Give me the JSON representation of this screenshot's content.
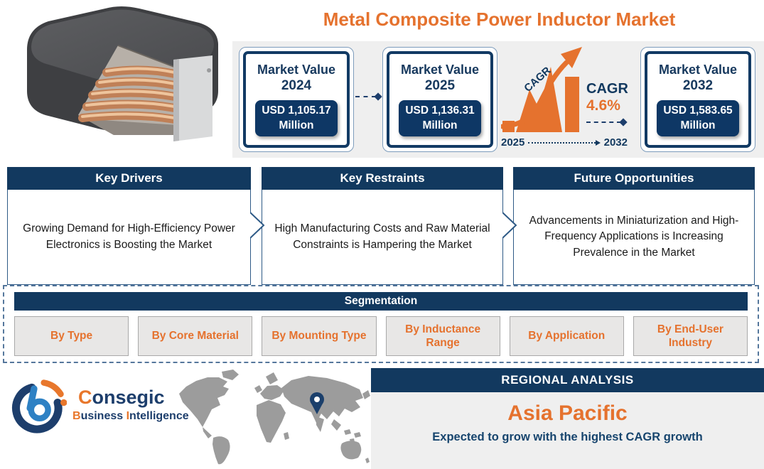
{
  "title": "Metal Composite Power Inductor Market",
  "market_values": [
    {
      "label": "Market Value",
      "year": "2024",
      "value": "USD 1,105.17",
      "unit": "Million"
    },
    {
      "label": "Market Value",
      "year": "2025",
      "value": "USD 1,136.31",
      "unit": "Million"
    },
    {
      "label": "Market Value",
      "year": "2032",
      "value": "USD 1,583.65",
      "unit": "Million"
    }
  ],
  "cagr": {
    "chart_label": "CAGR",
    "label": "CAGR",
    "value": "4.6%",
    "start_year": "2025",
    "end_year": "2032"
  },
  "insights": [
    {
      "title": "Key Drivers",
      "text": "Growing Demand for High-Efficiency Power Electronics is Boosting the Market"
    },
    {
      "title": "Key Restraints",
      "text": "High Manufacturing Costs and Raw Material Constraints is Hampering the Market"
    },
    {
      "title": "Future Opportunities",
      "text": "Advancements in Miniaturization and High-Frequency Applications is Increasing Prevalence in the Market"
    }
  ],
  "segmentation": {
    "title": "Segmentation",
    "items": [
      "By Type",
      "By Core Material",
      "By Mounting Type",
      "By Inductance Range",
      "By Application",
      "By End-User Industry"
    ]
  },
  "regional": {
    "title": "REGIONAL ANALYSIS",
    "region": "Asia Pacific",
    "subtitle": "Expected to grow with the highest CAGR growth"
  },
  "logo": {
    "brand_initial": "C",
    "brand_rest": "onsegic",
    "tagline_word1_initial": "B",
    "tagline_word1_rest": "usiness ",
    "tagline_word2_initial": "I",
    "tagline_word2_rest": "ntelligence"
  },
  "colors": {
    "accent_orange": "#E5722E",
    "brand_navy": "#123A64",
    "header_navy": "#12395F",
    "pill_navy": "#0E3765",
    "panel_gray": "#EFEFEF",
    "segment_gray": "#E8E7E6",
    "map_gray": "#9C9C9C",
    "logo_blue": "#2E81C4",
    "logo_orange": "#E8772C"
  }
}
